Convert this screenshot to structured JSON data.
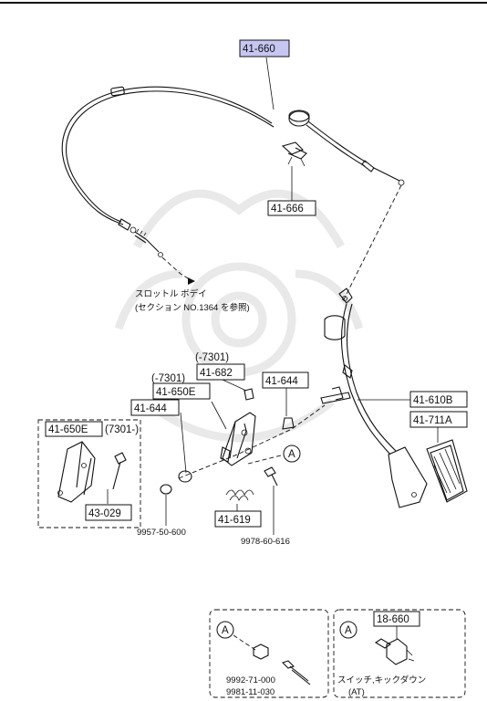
{
  "colors": {
    "highlight": "#c6c6f2",
    "ink": "#111111",
    "watermark": "#e9e9e9"
  },
  "parts": {
    "throttle_cable": "41-660",
    "cable_clip": "41-666",
    "pedal_arm": "41-610B",
    "pedal_pad": "41-711A",
    "bushing_upper": "41-644",
    "bushing_lower": "41-644",
    "bracket_upper": "41-682",
    "bracket_upper_note": "(-7301)",
    "bracket_main": "41-650E",
    "bracket_main_note": "(-7301)",
    "bracket_alt": "41-650E",
    "bracket_alt_note": "(7301-)",
    "bracket_alt_bolt": "43-029",
    "return_spring": "41-619",
    "pin": "9957-50-600",
    "bolt": "9978-60-616",
    "stop_switch": "18-660"
  },
  "notes": {
    "throttle_line1": "スロットル ボデイ",
    "throttle_line2": "(セクション NO.1364 を参照)",
    "fastener_1": "9992-71-000",
    "fastener_2": "9981-11-030",
    "switch_name": "スイッチ,キックダウン",
    "switch_variant": "(AT)"
  },
  "callouts": {
    "ref_a": "A"
  }
}
